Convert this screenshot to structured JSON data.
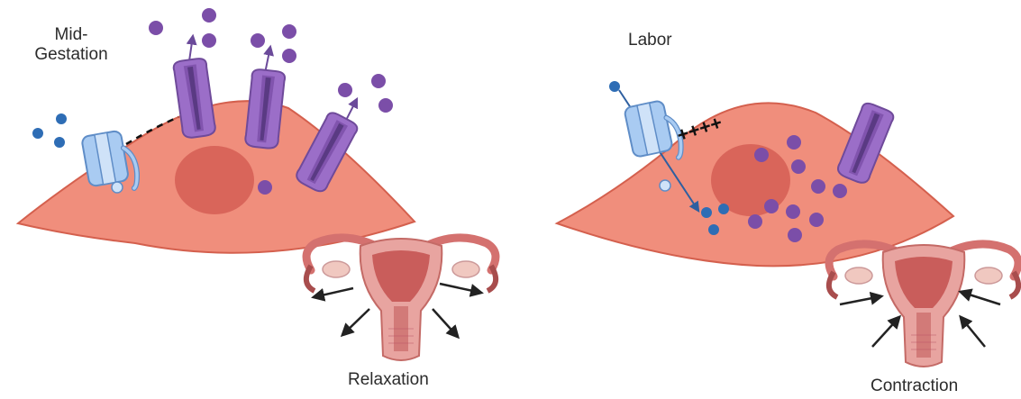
{
  "panels": [
    {
      "label": "Mid-\nGestation",
      "outcome": "Relaxation",
      "membrane_charge_mark": "- - - - -"
    },
    {
      "label": "Labor",
      "outcome": "Contraction",
      "membrane_charge_mark": "++++"
    }
  ],
  "colors": {
    "cell_fill": "#f08e7c",
    "cell_stroke": "#d4604e",
    "nucleus": "#d9655a",
    "blue_ion": "#2e6db5",
    "purple_ion": "#7b4ea8",
    "blue_channel": "#9ec3f0",
    "purple_channel": "#9b6ec8",
    "uterus": "#dc8a8a"
  },
  "icons": [
    "ion-channel-icon",
    "potassium-channel-icon",
    "uterus-icon",
    "arrow-icon"
  ]
}
